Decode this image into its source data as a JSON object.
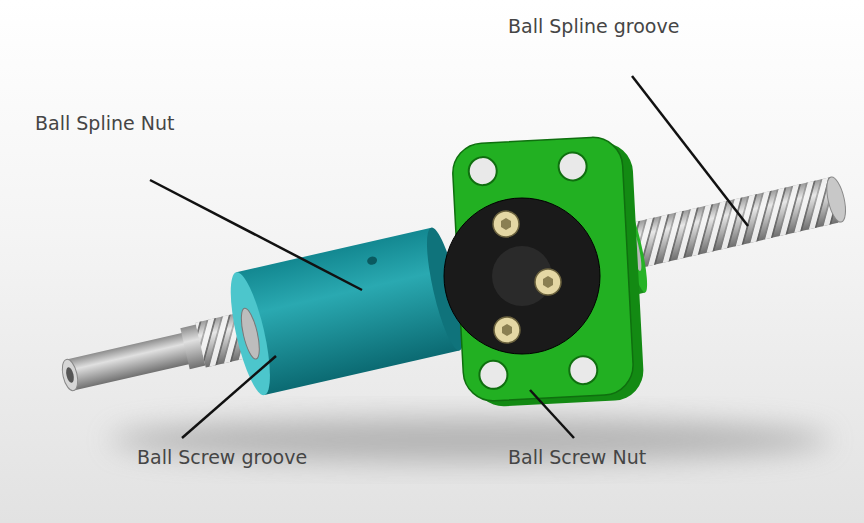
{
  "diagram": {
    "labels": [
      "Ball Spline groove",
      "Ball Spline Nut",
      "Ball Screw groove",
      "Ball Screw Nut"
    ]
  }
}
